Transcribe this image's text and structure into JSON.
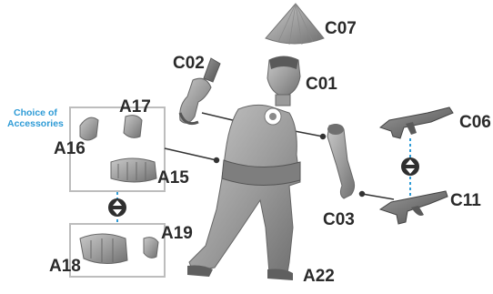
{
  "accent_color": "#2e9bd6",
  "note": {
    "line1": "Choice of",
    "line2": "Accessories"
  },
  "labels": {
    "c07": "C07",
    "c02": "C02",
    "c01": "C01",
    "c06": "C06",
    "a17": "A17",
    "a16": "A16",
    "a15": "A15",
    "c11": "C11",
    "c03": "C03",
    "a19": "A19",
    "a18": "A18",
    "a22": "A22"
  },
  "icons": {
    "swap": "swap-arrows-icon"
  }
}
